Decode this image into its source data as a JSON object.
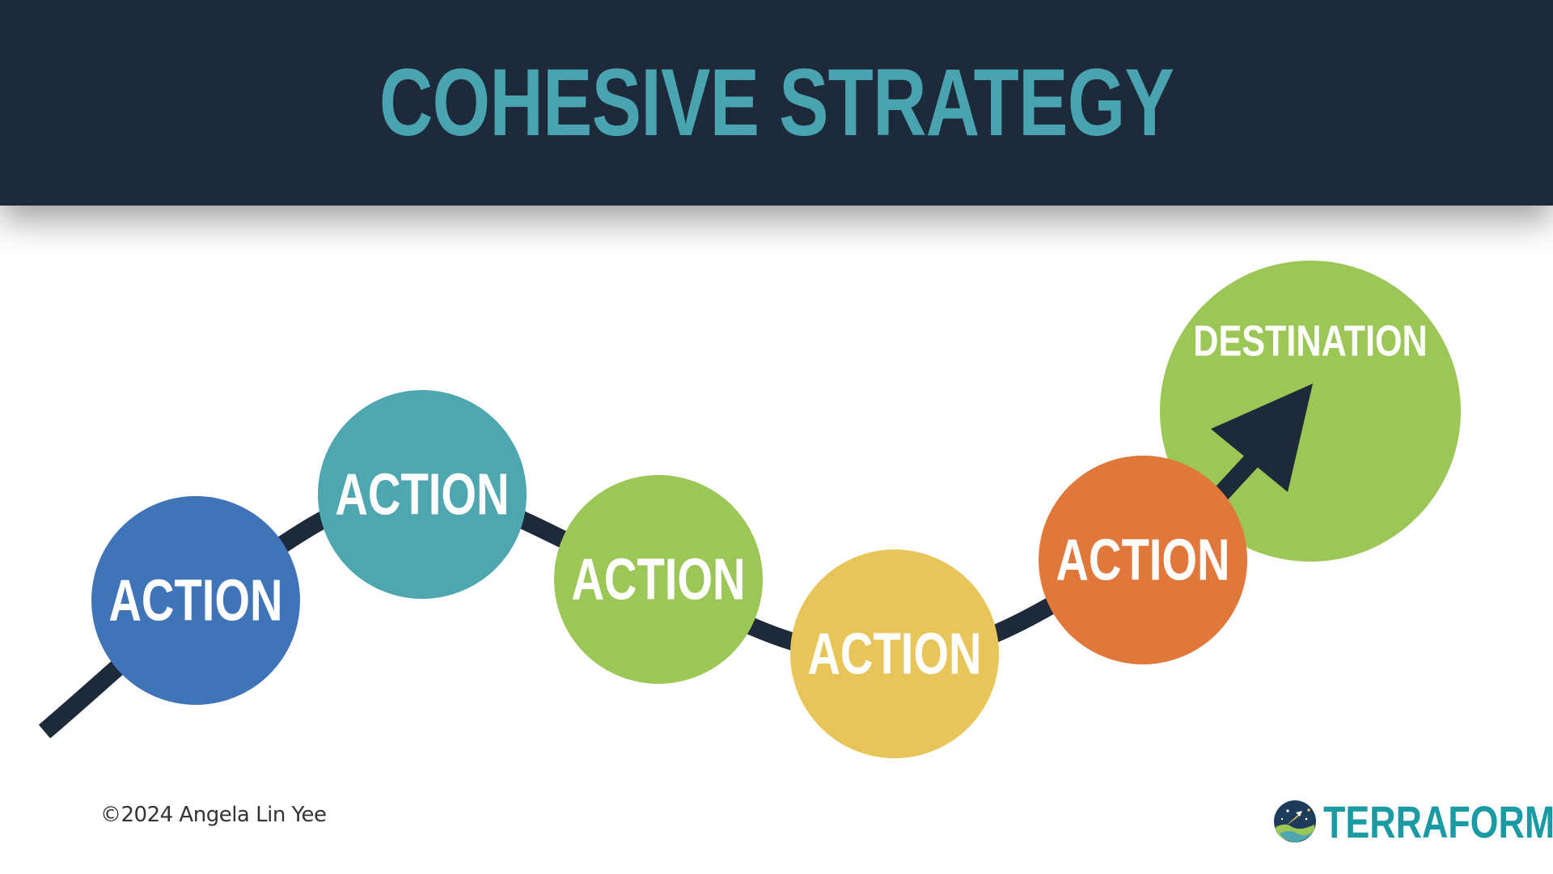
{
  "title": "COHESIVE STRATEGY",
  "steps": [
    {
      "label": "ACTION",
      "color": "#3f74b8"
    },
    {
      "label": "ACTION",
      "color": "#4ea6b1"
    },
    {
      "label": "ACTION",
      "color": "#9cc656"
    },
    {
      "label": "ACTION",
      "color": "#e8c558"
    },
    {
      "label": "ACTION",
      "color": "#e1773a"
    }
  ],
  "destination": {
    "label": "DESTINATION",
    "color": "#9cc656",
    "icon": "arrow-up-right-icon"
  },
  "path_color": "#1d2a3a",
  "footer": {
    "copyright": "©2024 Angela Lin Yee",
    "brand": "TERRAFORM",
    "brand_color": "#1a9aa3",
    "logo_icon": "rocket-globe-icon"
  }
}
